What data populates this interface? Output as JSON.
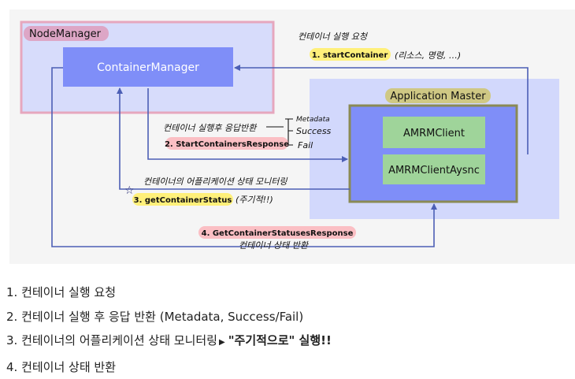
{
  "diagram": {
    "node_manager": "NodeManager",
    "container_manager": "ContainerManager",
    "application_master": "Application Master",
    "amrm_client": "AMRMClient",
    "amrm_client_async": "AMRMClientAysnc",
    "steps": [
      {
        "pill": "1. startContainer",
        "note": "컨테이너 실행 요청",
        "extra": "(리소스, 명령, …)"
      },
      {
        "pill": "2. StartContainersResponse",
        "note": "컨테이너 실행후 응답반환"
      },
      {
        "pill": "3. getContainerStatus",
        "note": "컨테이너의 어플리케이션 상태 모니터링",
        "extra": "(주기적!!)"
      },
      {
        "pill": "4. GetContainerStatusesResponse",
        "note": "컨테이너 상태 반환"
      }
    ],
    "response_types": [
      "Metadata",
      "Success",
      "Fail"
    ],
    "colors": {
      "node_manager_border": "#E6A7BE",
      "node_manager_fill": "#D7DCFB",
      "container_manager_fill": "#7F8EF8",
      "app_master_fill": "#D2D8FC",
      "app_master_border": "#8A8A55",
      "client_fill": "#9FD49A",
      "pill_yellow": "#FFF07A",
      "pill_pink": "#FBBFC4",
      "arrow": "#4C5FB5"
    }
  },
  "notes": [
    {
      "text": "1. 컨테이너 실행 요청"
    },
    {
      "text": "2. 컨테이너 실행 후 응답 반환 (Metadata, Success/Fail)"
    },
    {
      "text": "3. 컨테이너의 어플리케이션 상태 모니터링",
      "marker": "▶",
      "bold": "\"주기적으로\" 실행!!"
    },
    {
      "text": "4. 컨테이너 상태 반환"
    }
  ]
}
